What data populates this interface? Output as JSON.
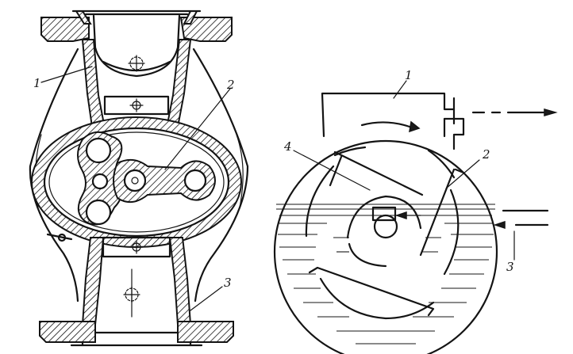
{
  "left_figure": {
    "callouts": [
      {
        "id": "1",
        "text": "1"
      },
      {
        "id": "2",
        "text": "2"
      },
      {
        "id": "3",
        "text": "3"
      }
    ]
  },
  "right_figure": {
    "callouts": [
      {
        "id": "1",
        "text": "1"
      },
      {
        "id": "2",
        "text": "2"
      },
      {
        "id": "3",
        "text": "3"
      },
      {
        "id": "4",
        "text": "4"
      }
    ]
  },
  "colors": {
    "ink": "#141414",
    "paper": "#ffffff"
  }
}
